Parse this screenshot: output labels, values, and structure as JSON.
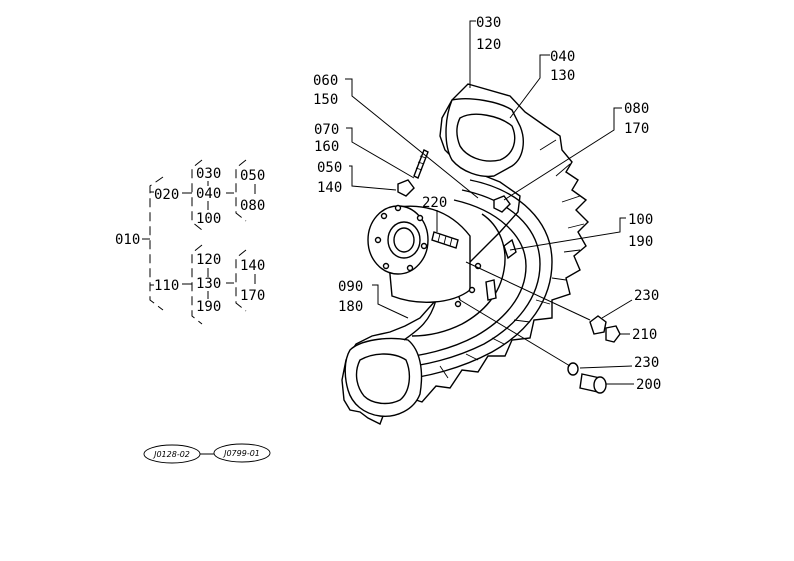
{
  "tree": {
    "root": "010",
    "groupA": "020",
    "groupA_children": [
      "030",
      "040",
      "100"
    ],
    "groupA_sub": [
      "050",
      "080"
    ],
    "groupB": "110",
    "groupB_children": [
      "120",
      "130",
      "190"
    ],
    "groupB_sub": [
      "140",
      "170"
    ]
  },
  "callouts": {
    "c030": "030",
    "c120": "120",
    "c040": "040",
    "c130": "130",
    "c060": "060",
    "c150": "150",
    "c070": "070",
    "c160": "160",
    "c050": "050",
    "c140": "140",
    "c080": "080",
    "c170": "170",
    "c220": "220",
    "c100": "100",
    "c190": "190",
    "c090": "090",
    "c180": "180",
    "c230a": "230",
    "c210": "210",
    "c230b": "230",
    "c200": "200"
  },
  "references": {
    "left": "J0128-02",
    "right": "J0799-01"
  }
}
